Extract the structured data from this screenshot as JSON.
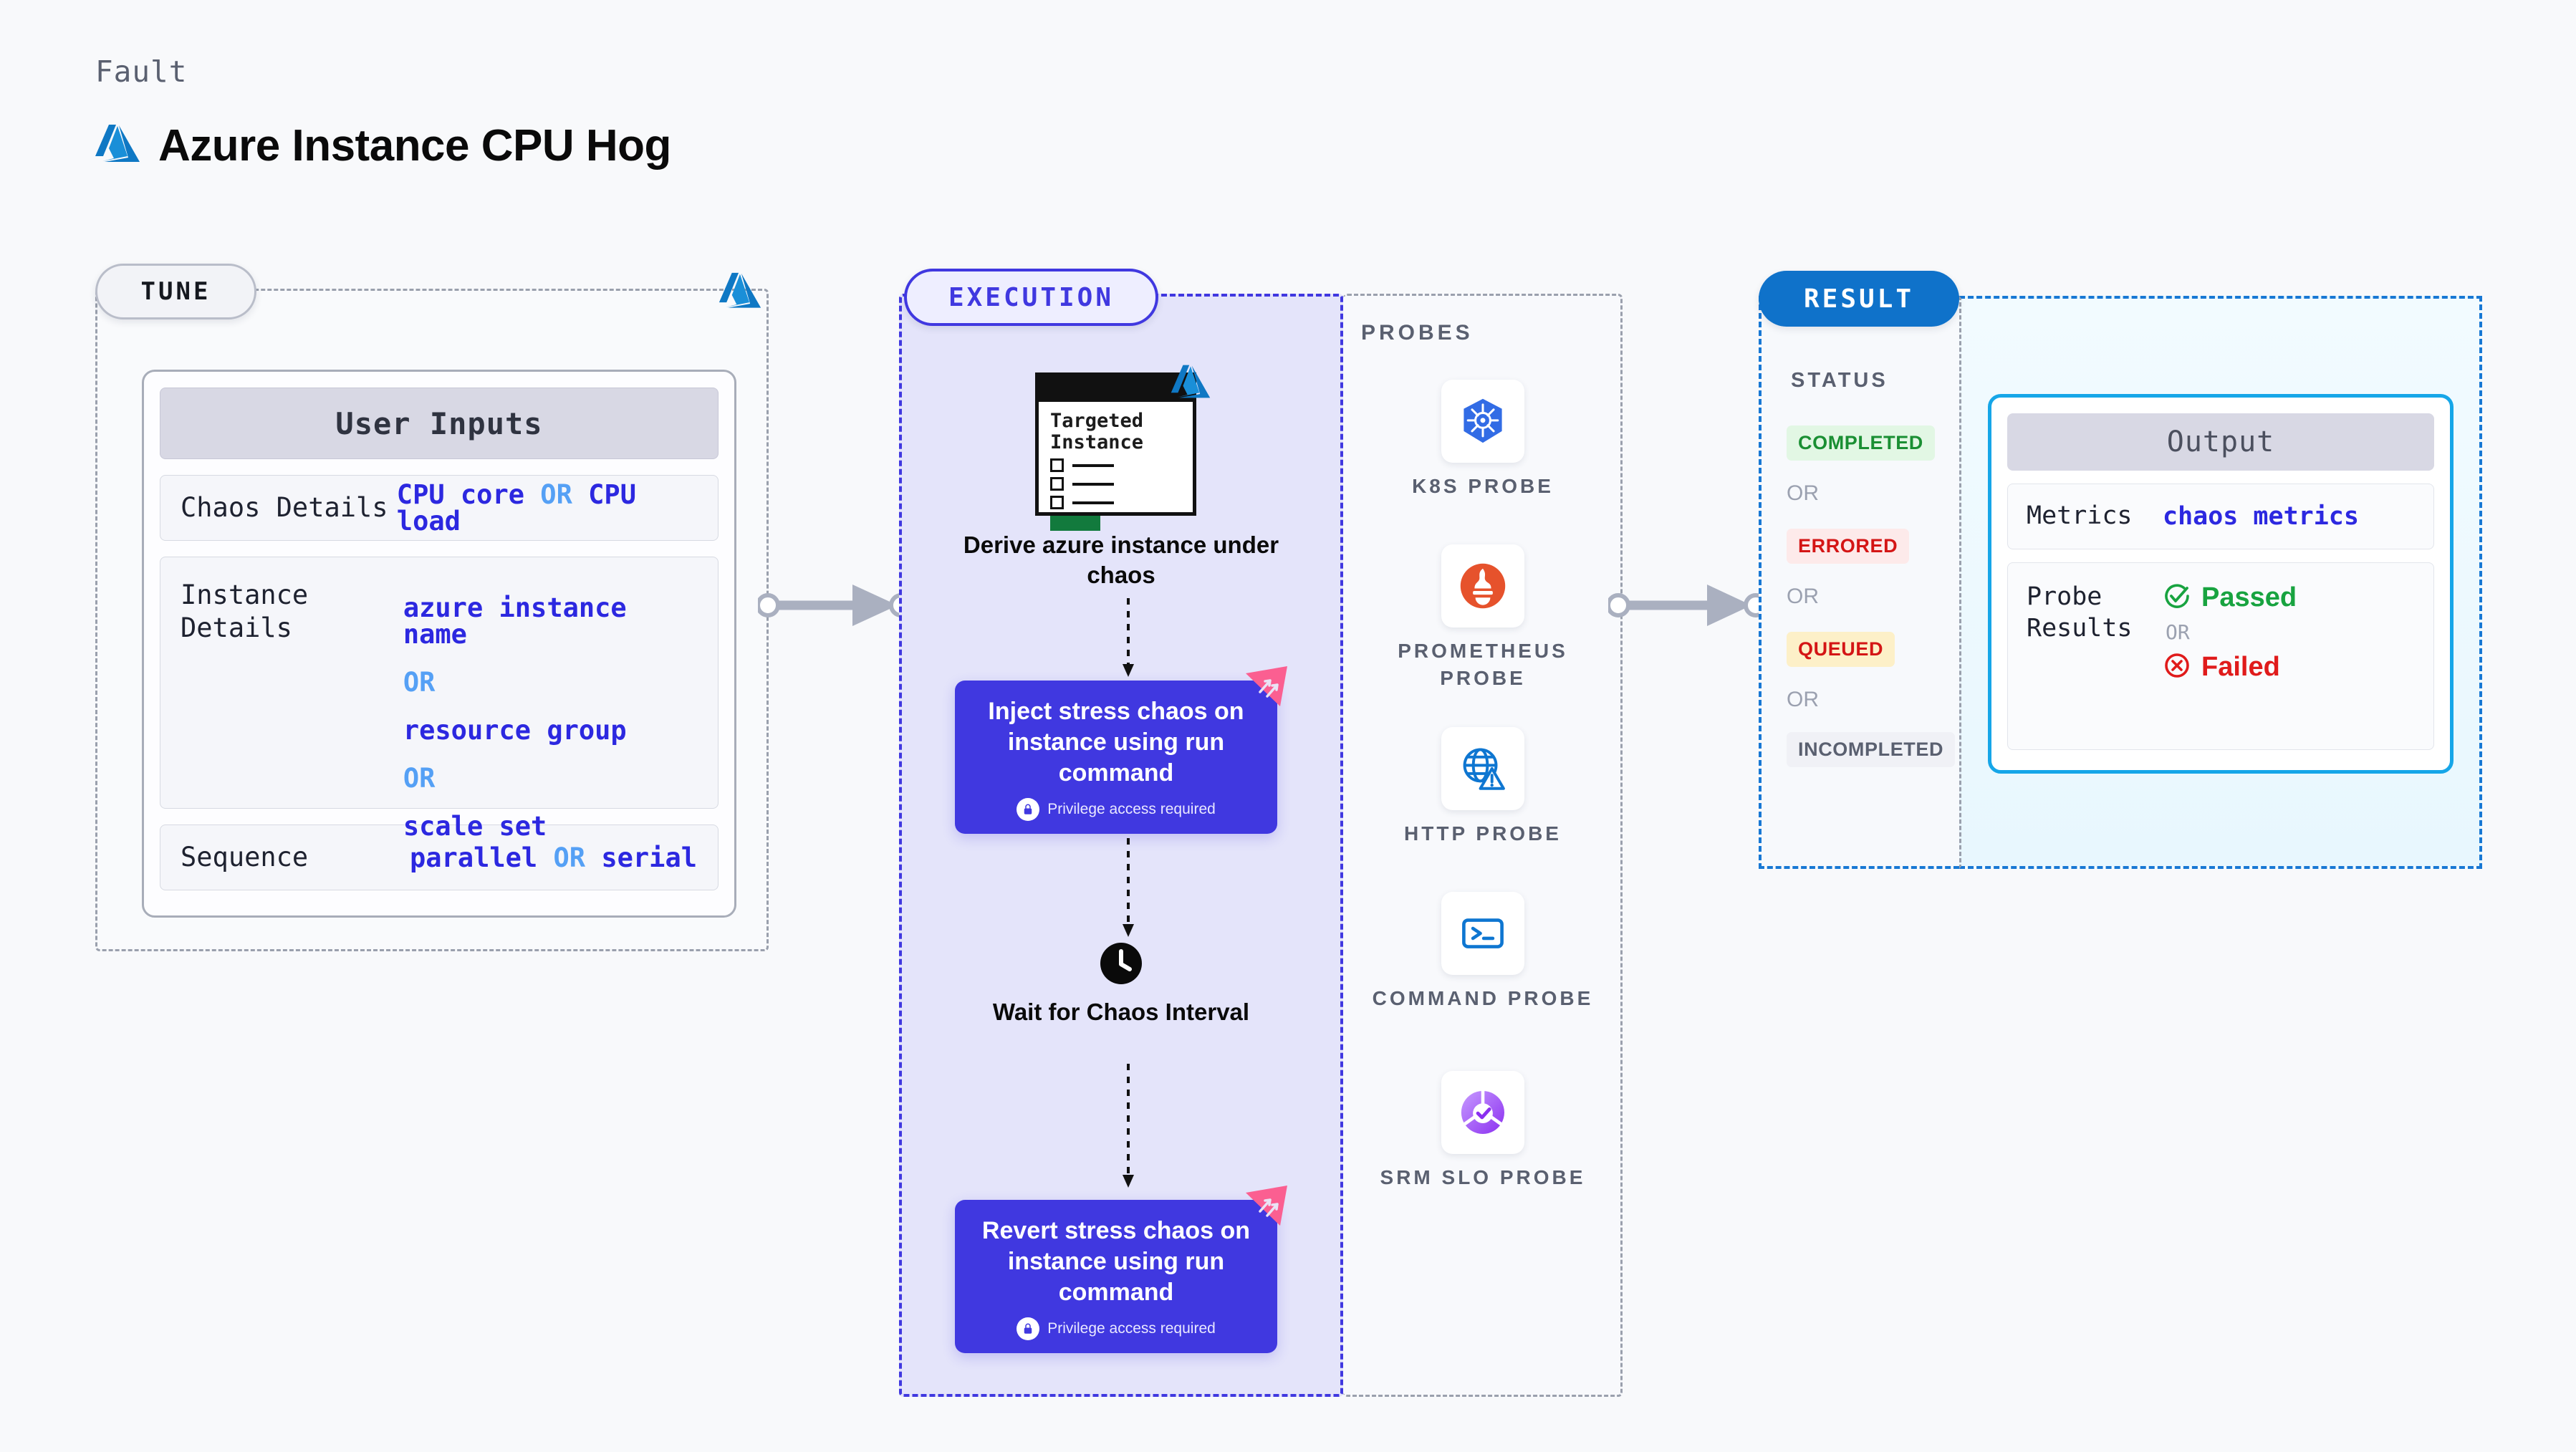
{
  "header": {
    "kicker": "Fault",
    "title": "Azure Instance CPU Hog",
    "logo_icon": "azure-logo-icon"
  },
  "tune": {
    "badge": "TUNE",
    "card_title": "User Inputs",
    "rows": [
      {
        "key": "Chaos Details",
        "values": [
          "CPU core",
          "OR",
          "CPU load"
        ],
        "inline": true
      },
      {
        "key": "Instance Details",
        "values": [
          "azure instance name",
          "OR",
          "resource group",
          "OR",
          "scale set"
        ],
        "inline": false
      },
      {
        "key": "Sequence",
        "values": [
          "parallel",
          "OR",
          "serial"
        ],
        "inline": true
      }
    ]
  },
  "execution": {
    "badge": "EXECUTION",
    "target_card": {
      "line1": "Targeted",
      "line2": "Instance",
      "logo_icon": "azure-logo-icon"
    },
    "steps": [
      {
        "caption": "Derive azure instance under chaos",
        "type": "derive"
      },
      {
        "title": "Inject stress chaos on instance using run command",
        "privilege": "Privilege access required",
        "icon": "lock-icon",
        "ribbon": "swap-ribbon-icon"
      },
      {
        "caption": "Wait for Chaos Interval",
        "type": "clock",
        "icon": "clock-icon"
      },
      {
        "title": "Revert stress chaos on instance using run command",
        "privilege": "Privilege access required",
        "icon": "lock-icon",
        "ribbon": "swap-ribbon-icon"
      }
    ]
  },
  "probes": {
    "title": "PROBES",
    "items": [
      {
        "label": "K8S PROBE",
        "icon": "kubernetes-icon"
      },
      {
        "label": "PROMETHEUS PROBE",
        "icon": "prometheus-icon"
      },
      {
        "label": "HTTP PROBE",
        "icon": "http-globe-icon"
      },
      {
        "label": "COMMAND PROBE",
        "icon": "terminal-icon"
      },
      {
        "label": "SRM SLO PROBE",
        "icon": "srm-slo-icon"
      }
    ]
  },
  "result": {
    "badge": "RESULT",
    "status_title": "STATUS",
    "statuses": [
      {
        "label": "COMPLETED",
        "color": "#1a8f33",
        "bg": "#e2f7e4"
      },
      {
        "label": "ERRORED",
        "color": "#d41515",
        "bg": "#fdeaea"
      },
      {
        "label": "QUEUED",
        "color": "#d41515",
        "bg": "#fdf0c8"
      },
      {
        "label": "INCOMPLETED",
        "color": "#5a6070",
        "bg": "#f0f1f6"
      }
    ],
    "separator": "OR",
    "output": {
      "title": "Output",
      "metrics_key": "Metrics",
      "metrics_value": "chaos metrics",
      "probe_key": "Probe Results",
      "passed": "Passed",
      "failed": "Failed",
      "separator": "OR"
    }
  },
  "colors": {
    "accent_purple": "#4038e0",
    "accent_blue": "#0f72ca",
    "azure_blue": "#1a83d4",
    "mono_value": "#2c28e0",
    "or_blue": "#55a0f5",
    "ribbon_pink": "#fb5f91"
  }
}
